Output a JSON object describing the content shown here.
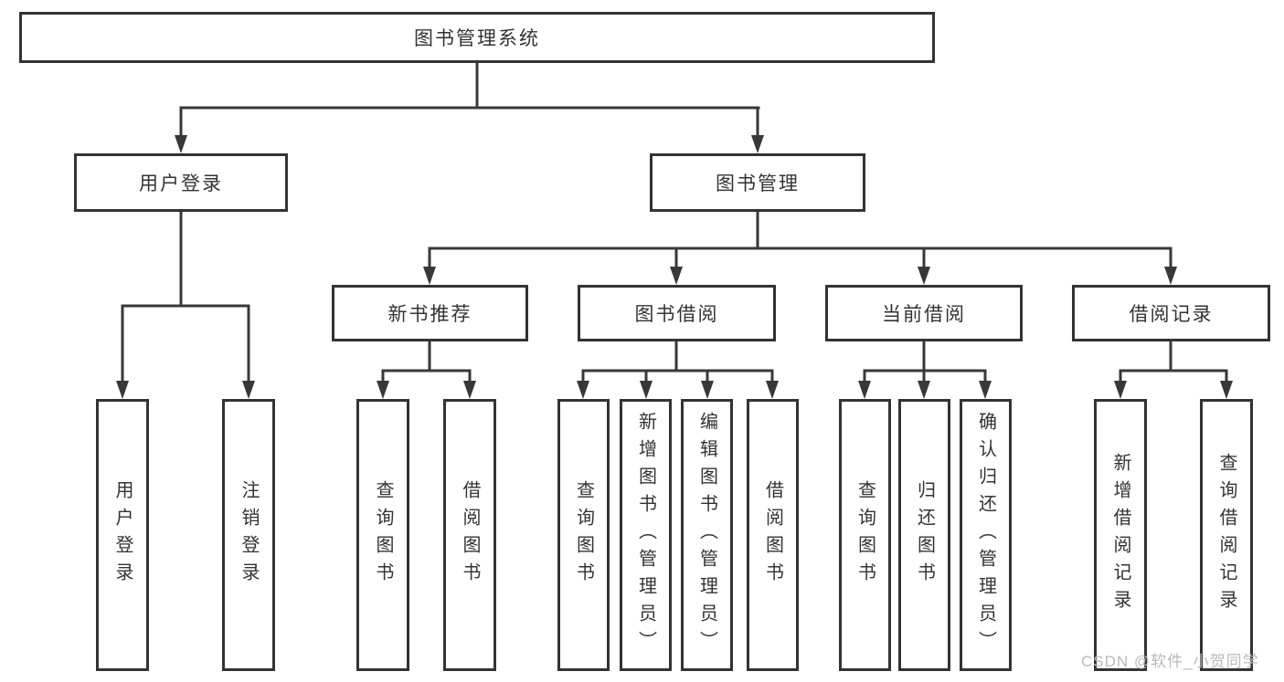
{
  "diagram": {
    "root": {
      "label": "图书管理系统"
    },
    "children": [
      {
        "label": "用户登录",
        "children": [
          {
            "label": "用户登录"
          },
          {
            "label": "注销登录"
          }
        ]
      },
      {
        "label": "图书管理",
        "children": [
          {
            "label": "新书推荐",
            "children": [
              {
                "label": "查询图书"
              },
              {
                "label": "借阅图书"
              }
            ]
          },
          {
            "label": "图书借阅",
            "children": [
              {
                "label": "查询图书"
              },
              {
                "label": "新增图书（管理员）"
              },
              {
                "label": "编辑图书（管理员）"
              },
              {
                "label": "借阅图书"
              }
            ]
          },
          {
            "label": "当前借阅",
            "children": [
              {
                "label": "查询图书"
              },
              {
                "label": "归还图书"
              },
              {
                "label": "确认归还（管理员）"
              }
            ]
          },
          {
            "label": "借阅记录",
            "children": [
              {
                "label": "新增借阅记录"
              },
              {
                "label": "查询借阅记录"
              }
            ]
          }
        ]
      }
    ]
  },
  "watermark": {
    "text": "CSDN @软件_小贺同学"
  },
  "colors": {
    "line": "#383838",
    "border": "#333333",
    "background": "#ffffff",
    "text": "#333333",
    "watermark": "#b9b9b9"
  }
}
